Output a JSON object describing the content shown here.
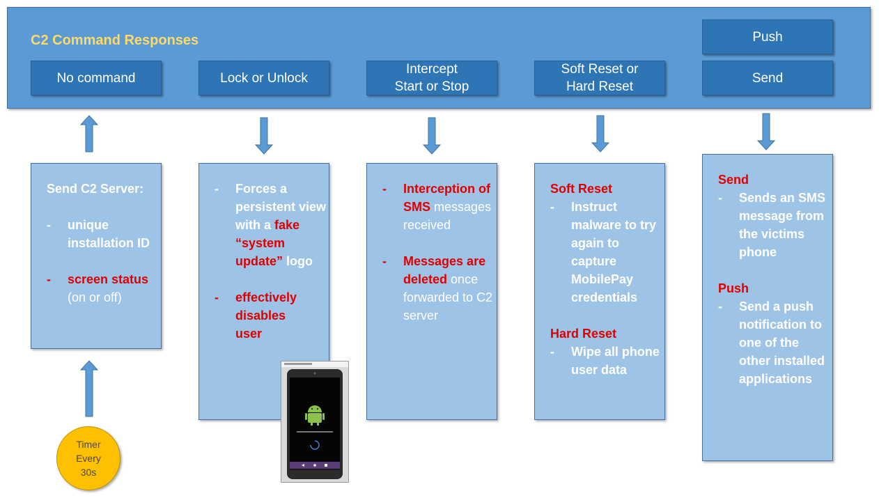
{
  "banner": {
    "title": "C2 Command Responses",
    "commands": [
      "No command",
      "Lock or Unlock",
      "Intercept\nStart or Stop",
      "Soft Reset or\nHard Reset",
      "Push",
      "Send"
    ]
  },
  "panels": {
    "no_command": {
      "heading": "Send C2 Server:",
      "items": [
        "unique installation ID",
        "screen status",
        "(on or off)"
      ]
    },
    "lock": {
      "item1": [
        "Forces a persistent view with a",
        "fake “system update”",
        "logo"
      ],
      "item2": "effectively disables user"
    },
    "intercept": {
      "item1": [
        "Interception of SMS",
        "messages received"
      ],
      "item2": [
        "Messages are deleted",
        "once forwarded to C2 server"
      ]
    },
    "reset": {
      "soft_heading": "Soft Reset",
      "soft_item": "Instruct malware to try again to capture MobilePay credentials",
      "hard_heading": "Hard Reset",
      "hard_item": "Wipe all phone user data"
    },
    "send_push": {
      "send_heading": "Send",
      "send_item": "Sends an SMS message from the victims phone",
      "push_heading": "Push",
      "push_item": "Send a push notification to one of the other installed applications"
    },
    "dash": "-"
  },
  "timer": "Timer\nEvery\n30s",
  "colors": {
    "banner": "#5b9bd5",
    "command_box": "#2e75b6",
    "panel": "#9dc3e6",
    "title": "#ffd966",
    "highlight_red": "#e10000",
    "timer": "#ffc000"
  }
}
